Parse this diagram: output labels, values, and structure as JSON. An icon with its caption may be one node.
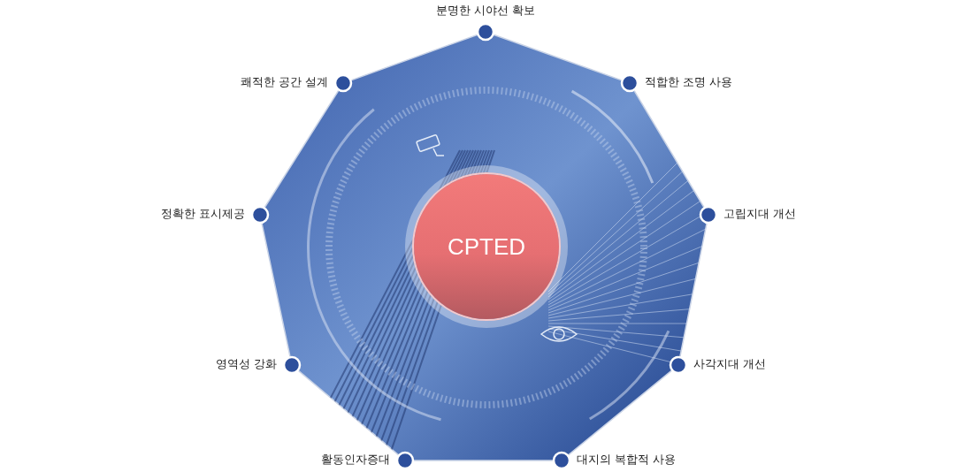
{
  "diagram": {
    "nodes": [
      {
        "text": [
          "CPTED"
        ]
      }
    ],
    "edges": [],
    "labels": [
      "분명한 시야선 확보",
      "적합한 조명 사용",
      "고립지대 개선",
      "사각지대 개선",
      "대지의 복합적 사용",
      "활동인자증대",
      "영역성 강화",
      "정확한 표시제공",
      "쾌적한 공간 설계"
    ]
  }
}
